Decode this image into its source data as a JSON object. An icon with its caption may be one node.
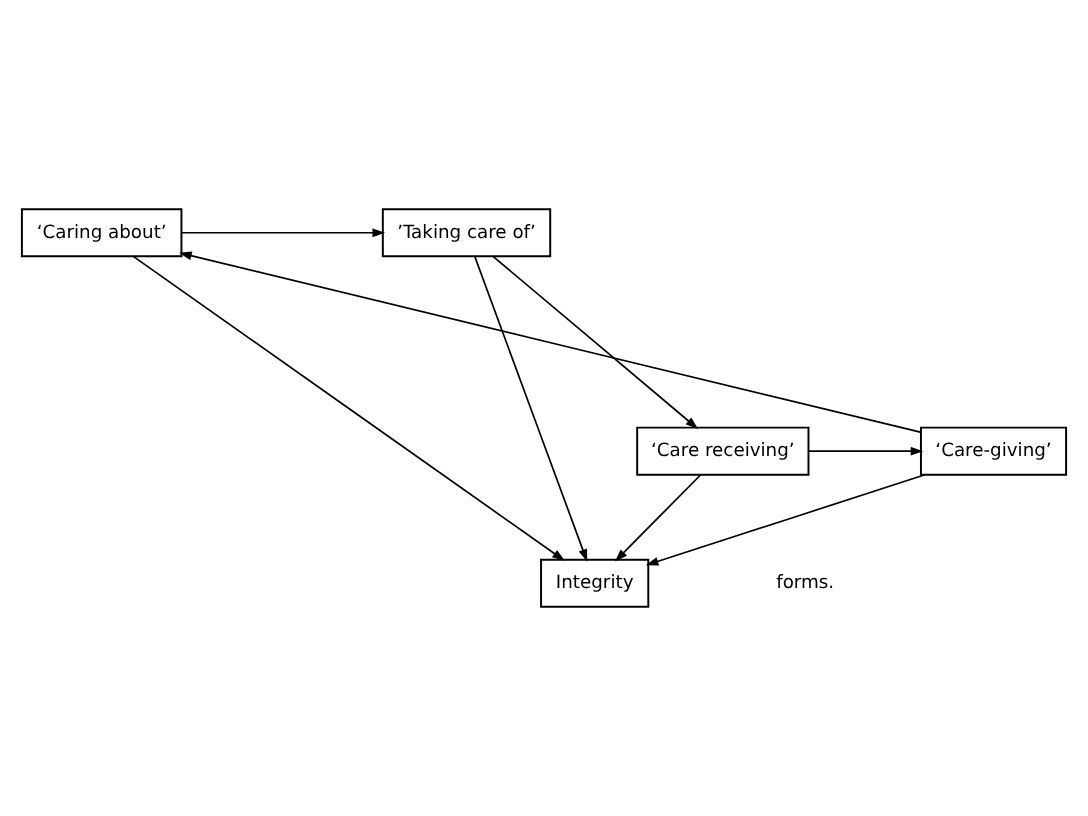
{
  "diagram": {
    "nodes": [
      {
        "text": [
          "‘Caring about’"
        ]
      },
      {
        "text": [
          "’Taking care of’"
        ]
      },
      {
        "text": [
          "Integrity"
        ]
      },
      {
        "text": [
          "‘Care-giving’"
        ]
      },
      {
        "text": [
          "‘Care receiving’"
        ]
      }
    ],
    "edges": [
      {
        "from": 0,
        "to": 1,
        "arrow": "to"
      },
      {
        "from": 0,
        "to": 2,
        "arrow": "to"
      },
      {
        "from": 1,
        "to": 2,
        "arrow": "to"
      },
      {
        "from": 1,
        "to": 4,
        "arrow": "to"
      },
      {
        "from": 4,
        "to": 3,
        "arrow": "to"
      },
      {
        "from": 3,
        "to": 0,
        "arrow": "to"
      },
      {
        "from": 3,
        "to": 2,
        "arrow": "to"
      },
      {
        "from": 4,
        "to": 2,
        "arrow": "to"
      }
    ],
    "labels": [
      "forms."
    ]
  }
}
